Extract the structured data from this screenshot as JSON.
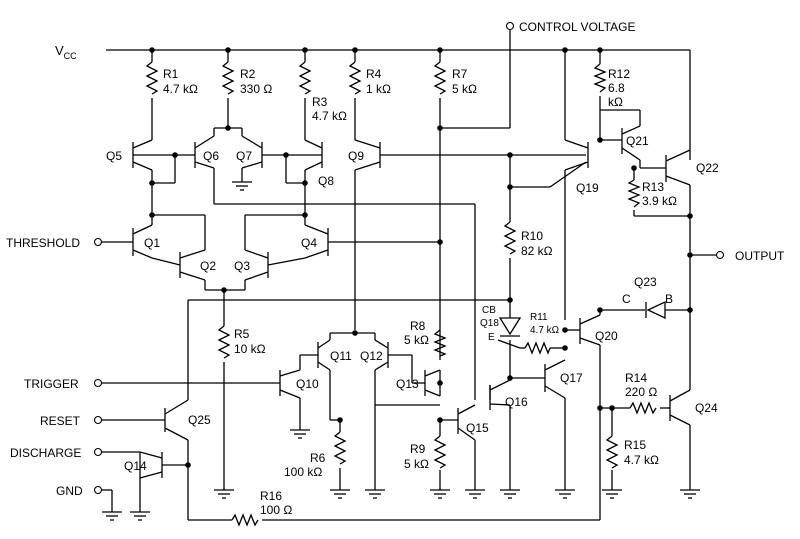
{
  "supply": {
    "vcc": "V",
    "vcc_sub": "CC"
  },
  "pins": {
    "control_voltage": "CONTROL VOLTAGE",
    "threshold": "THRESHOLD",
    "trigger": "TRIGGER",
    "reset": "RESET",
    "discharge": "DISCHARGE",
    "gnd": "GND",
    "output": "OUTPUT"
  },
  "resistors": [
    {
      "name": "R1",
      "value": "4.7 kΩ"
    },
    {
      "name": "R2",
      "value": "330 Ω"
    },
    {
      "name": "R3",
      "value": "4.7 kΩ"
    },
    {
      "name": "R4",
      "value": "1 kΩ"
    },
    {
      "name": "R7",
      "value": "5 kΩ"
    },
    {
      "name": "R12",
      "value": "6.8",
      "value2": "kΩ"
    },
    {
      "name": "R13",
      "value": "3.9 kΩ"
    },
    {
      "name": "R10",
      "value": "82 kΩ"
    },
    {
      "name": "R11",
      "value": "4.7 kΩ"
    },
    {
      "name": "R5",
      "value": "10 kΩ"
    },
    {
      "name": "R8",
      "value": "5 kΩ"
    },
    {
      "name": "R6",
      "value": "100 kΩ"
    },
    {
      "name": "R9",
      "value": "5 kΩ"
    },
    {
      "name": "R14",
      "value": "220 Ω"
    },
    {
      "name": "R15",
      "value": "4.7 kΩ"
    },
    {
      "name": "R16",
      "value": "100 Ω"
    }
  ],
  "transistors": {
    "q1": "Q1",
    "q2": "Q2",
    "q3": "Q3",
    "q4": "Q4",
    "q5": "Q5",
    "q6": "Q6",
    "q7": "Q7",
    "q8": "Q8",
    "q9": "Q9",
    "q10": "Q10",
    "q11": "Q11",
    "q12": "Q12",
    "q13": "Q13",
    "q14": "Q14",
    "q15": "Q15",
    "q16": "Q16",
    "q17": "Q17",
    "q19": "Q19",
    "q20": "Q20",
    "q21": "Q21",
    "q22": "Q22",
    "q24": "Q24",
    "q25": "Q25"
  },
  "diodes": {
    "q18_cb": "CB",
    "q18": "Q18",
    "q18_e": "E",
    "q23": "Q23",
    "q23_c": "C",
    "q23_b": "B"
  }
}
